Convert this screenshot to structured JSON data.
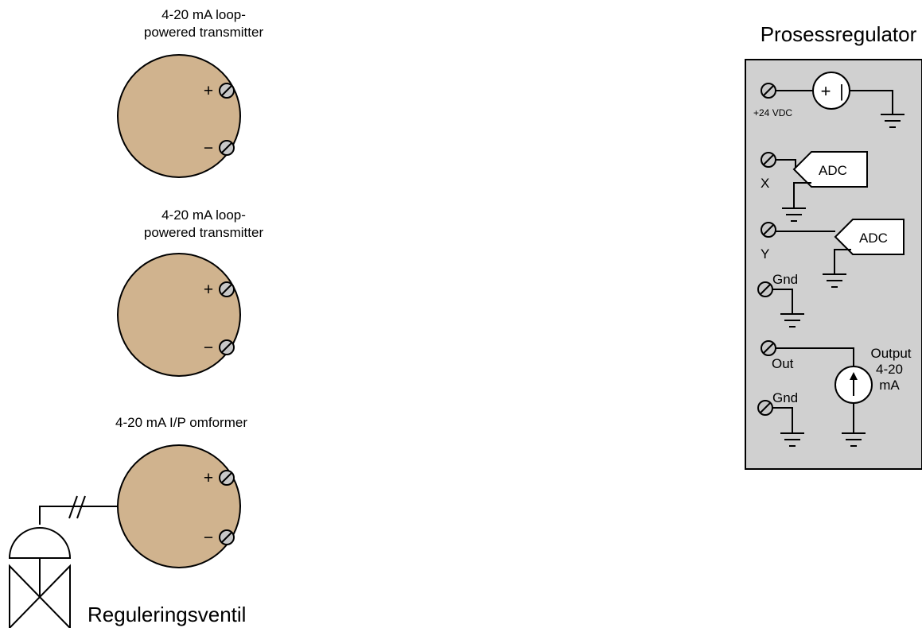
{
  "transmitter_1": {
    "label_line1": "4-20 mA loop-",
    "label_line2": "powered transmitter",
    "plus": "+",
    "minus": "−"
  },
  "transmitter_2": {
    "label_line1": "4-20 mA loop-",
    "label_line2": "powered transmitter",
    "plus": "+",
    "minus": "−"
  },
  "converter": {
    "label": "4-20 mA I/P omformer",
    "plus": "+",
    "minus": "−"
  },
  "valve": {
    "label": "Reguleringsventil"
  },
  "controller": {
    "title": "Prosessregulator",
    "supply_label": "+24 VDC",
    "supply_symbol_plus": "+",
    "supply_symbol_bar": "|",
    "adc_x_label": "ADC",
    "adc_y_label": "ADC",
    "input_x": "X",
    "input_y": "Y",
    "gnd_1": "Gnd",
    "out_terminal": "Out",
    "gnd_2": "Gnd",
    "output_line1": "Output",
    "output_line2": "4-20",
    "output_line3": "mA"
  },
  "colors": {
    "device_body": "#d0b38e",
    "panel": "#d0d0d0",
    "screw": "#c8c8c8"
  }
}
